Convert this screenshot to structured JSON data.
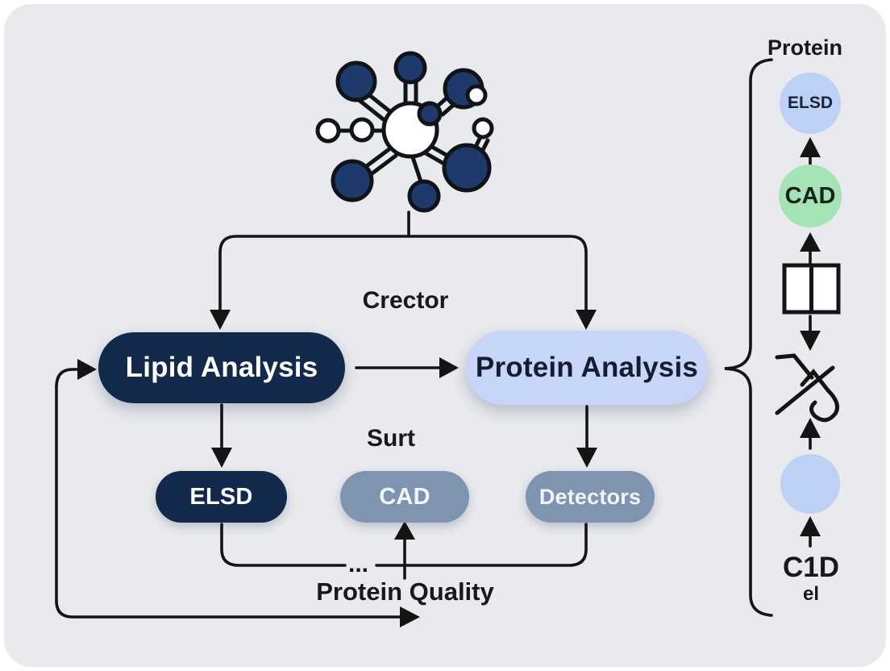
{
  "flow": {
    "nodes": {
      "lipid": {
        "label": "Lipid Analysis",
        "color": "#13294b"
      },
      "protein": {
        "label": "Protein Analysis",
        "color": "#c7d5f9"
      },
      "elsd": {
        "label": "ELSD",
        "color": "#13294b"
      },
      "cad": {
        "label": "CAD",
        "color": "#7e94b0"
      },
      "detectors": {
        "label": "Detectors",
        "color": "#7e94b0"
      }
    },
    "labels": {
      "crector": "Crector",
      "surt": "Surt",
      "protein_quality": "Protein Quality",
      "ellipsis": "..."
    }
  },
  "sidebar": {
    "title": "Protein",
    "elsd_circle": {
      "label": "ELSD",
      "color": "#bdd1f7"
    },
    "cad_circle": {
      "label": "CAD",
      "color": "#a5e3b6"
    },
    "plain_circle": {
      "label": "",
      "color": "#bdd1f7"
    },
    "c1d_label": "C1D",
    "el_label": "el",
    "icons": [
      "two-pane-window-icon",
      "scribble-hook-icon",
      "brace-icon"
    ]
  },
  "molecule": {
    "icon": "molecule-icon",
    "fill": "#1e3a6d",
    "outline": "#101318"
  },
  "style": {
    "panel_bg": "#e8eaee",
    "line_color": "#141414"
  }
}
